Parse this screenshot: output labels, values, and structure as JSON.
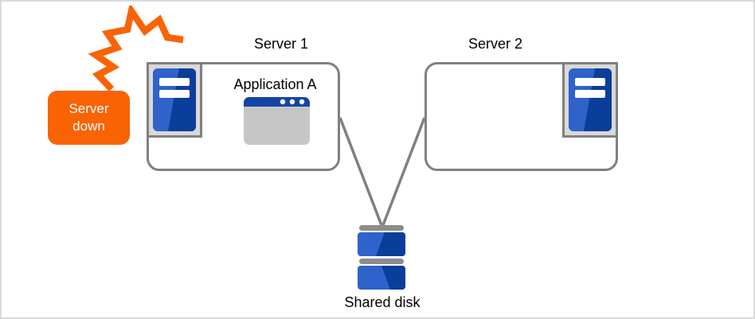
{
  "diagram": {
    "alert_badge": {
      "line1": "Server",
      "line2": "down"
    },
    "server1": {
      "label": "Server 1",
      "application_label": "Application A"
    },
    "server2": {
      "label": "Server 2"
    },
    "storage": {
      "label": "Shared disk"
    },
    "icons": {
      "crash": "crash-lightning-icon",
      "server_tower": "server-tower-icon",
      "application_window": "application-window-icon",
      "shared_disk": "shared-disk-icon"
    },
    "colors": {
      "alert_orange": "#F96304",
      "badge_text_white": "#FFFFFF",
      "server_blue_light": "#2F63CB",
      "server_blue_dark": "#0B3D9B",
      "window_titlebar_blue": "#1345A5",
      "window_body_gray": "#C6C6C6",
      "box_border_gray": "#808080",
      "icon_panel_gray": "#D9D9D9",
      "disk_bar_gray": "#8C8C8C",
      "connector_gray": "#808080",
      "label_text_black": "#000000"
    }
  }
}
